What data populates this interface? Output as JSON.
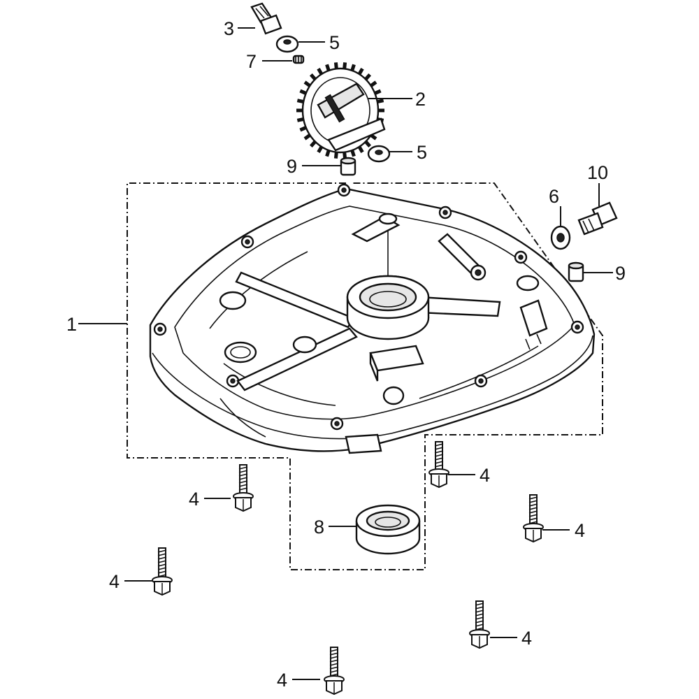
{
  "callouts": {
    "oil_pan": "1",
    "governor_gear": "2",
    "flange_bolt_small": "3",
    "flange_bolt": "4",
    "washer": "5",
    "drain_washer": "6",
    "pin": "7",
    "oil_seal": "8",
    "dowel_pin": "9",
    "drain_bolt": "10"
  }
}
